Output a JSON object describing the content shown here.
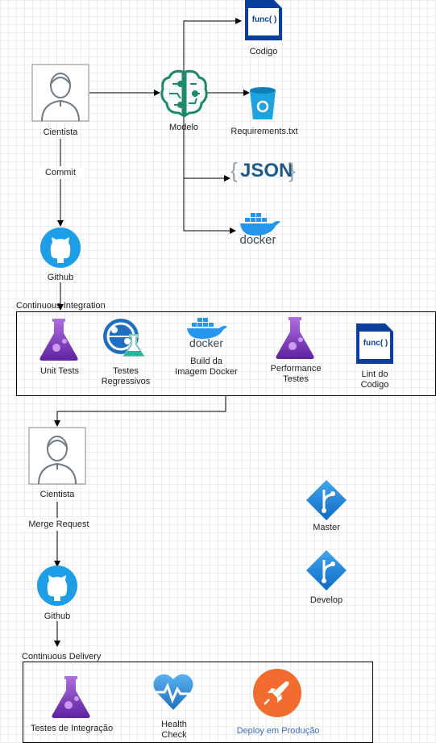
{
  "top": {
    "scientist_label": "Cientista",
    "commit_label": "Commit",
    "model_label": "Modelo",
    "code_icon_text": "func( )",
    "code_label": "Codigo",
    "requirements_label": "Requirements.txt",
    "json_text": "JSON",
    "json_brace_open": "{",
    "json_brace_close": "}",
    "docker_text": "docker",
    "github_label": "Github"
  },
  "ci": {
    "title": "Continuous Integration",
    "unit_tests": "Unit Tests",
    "regression_tests_line1": "Testes",
    "regression_tests_line2": "Regressivos",
    "docker_text": "docker",
    "build_line1": "Build da",
    "build_line2": "Imagem Docker",
    "performance_line1": "Performance",
    "performance_line2": "Testes",
    "lint_icon_text": "func( )",
    "lint_line1": "Lint do",
    "lint_line2": "Codigo"
  },
  "middle": {
    "scientist_label": "Cientista",
    "merge_request_label": "Merge Request",
    "github_label": "Github",
    "master_label": "Master",
    "develop_label": "Develop"
  },
  "cd": {
    "title": "Continuous Delivery",
    "integration_tests": "Testes de Integração",
    "health_line1": "Health",
    "health_line2": "Check",
    "deploy_label": "Deploy em Produção"
  },
  "colors": {
    "func_blue": "#0b3f9e",
    "bucket_blue": "#1da4e0",
    "json_blue": "#1f5a87",
    "json_brace": "#9aa3ad",
    "docker_blue": "#2496ed",
    "docker_text": "#394d54",
    "github_blue": "#1e9ee6",
    "flask_purple": "#7b34b8",
    "brain_green": "#1c8a6b",
    "git_blue": "#1a86d6",
    "rocket_orange": "#f16c2e",
    "heart_blue": "#2f8fd8",
    "deploy_text": "#3b6ec3"
  }
}
